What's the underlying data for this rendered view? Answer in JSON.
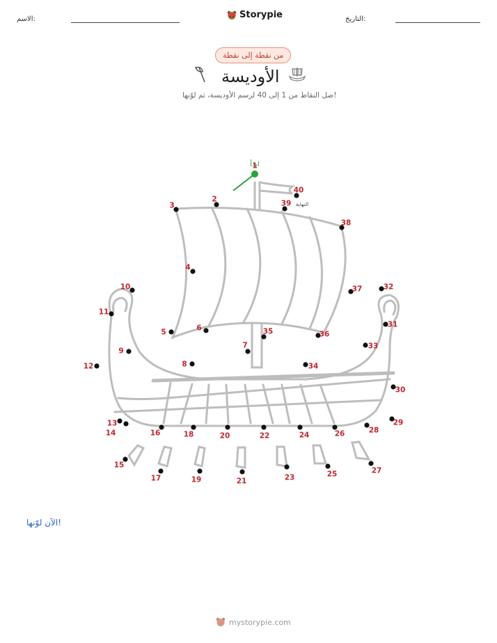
{
  "header": {
    "name_label": "الاسم:",
    "date_label": "التاريخ:",
    "brand": "Storypie"
  },
  "worksheet": {
    "badge": "من نقطة إلى نقطة",
    "title": "الأوديسة",
    "instructions": "صل النقاط من 1 إلى 40 لرسم الأوديسة، ثم لوّنها!",
    "start_label": "ابدأ",
    "end_label": "النهاية",
    "color_prompt": "الآن لوّنها!"
  },
  "dots": [
    {
      "n": 1
    },
    {
      "n": 2
    },
    {
      "n": 3
    },
    {
      "n": 4
    },
    {
      "n": 5
    },
    {
      "n": 6
    },
    {
      "n": 7
    },
    {
      "n": 8
    },
    {
      "n": 9
    },
    {
      "n": 10
    },
    {
      "n": 11
    },
    {
      "n": 12
    },
    {
      "n": 13
    },
    {
      "n": 14
    },
    {
      "n": 15
    },
    {
      "n": 16
    },
    {
      "n": 17
    },
    {
      "n": 18
    },
    {
      "n": 19
    },
    {
      "n": 20
    },
    {
      "n": 21
    },
    {
      "n": 22
    },
    {
      "n": 23
    },
    {
      "n": 24
    },
    {
      "n": 25
    },
    {
      "n": 26
    },
    {
      "n": 27
    },
    {
      "n": 28
    },
    {
      "n": 29
    },
    {
      "n": 30
    },
    {
      "n": 31
    },
    {
      "n": 32
    },
    {
      "n": 33
    },
    {
      "n": 34
    },
    {
      "n": 35
    },
    {
      "n": 36
    },
    {
      "n": 37
    },
    {
      "n": 38
    },
    {
      "n": 39
    },
    {
      "n": 40
    }
  ],
  "footer": {
    "site": "mystorypie.com"
  },
  "colors": {
    "number_red": "#c0262d",
    "start_green": "#2aa33f",
    "accent_blue": "#2a66c9",
    "badge_border": "#e7907c",
    "ship_gray": "#bdbdbd"
  }
}
